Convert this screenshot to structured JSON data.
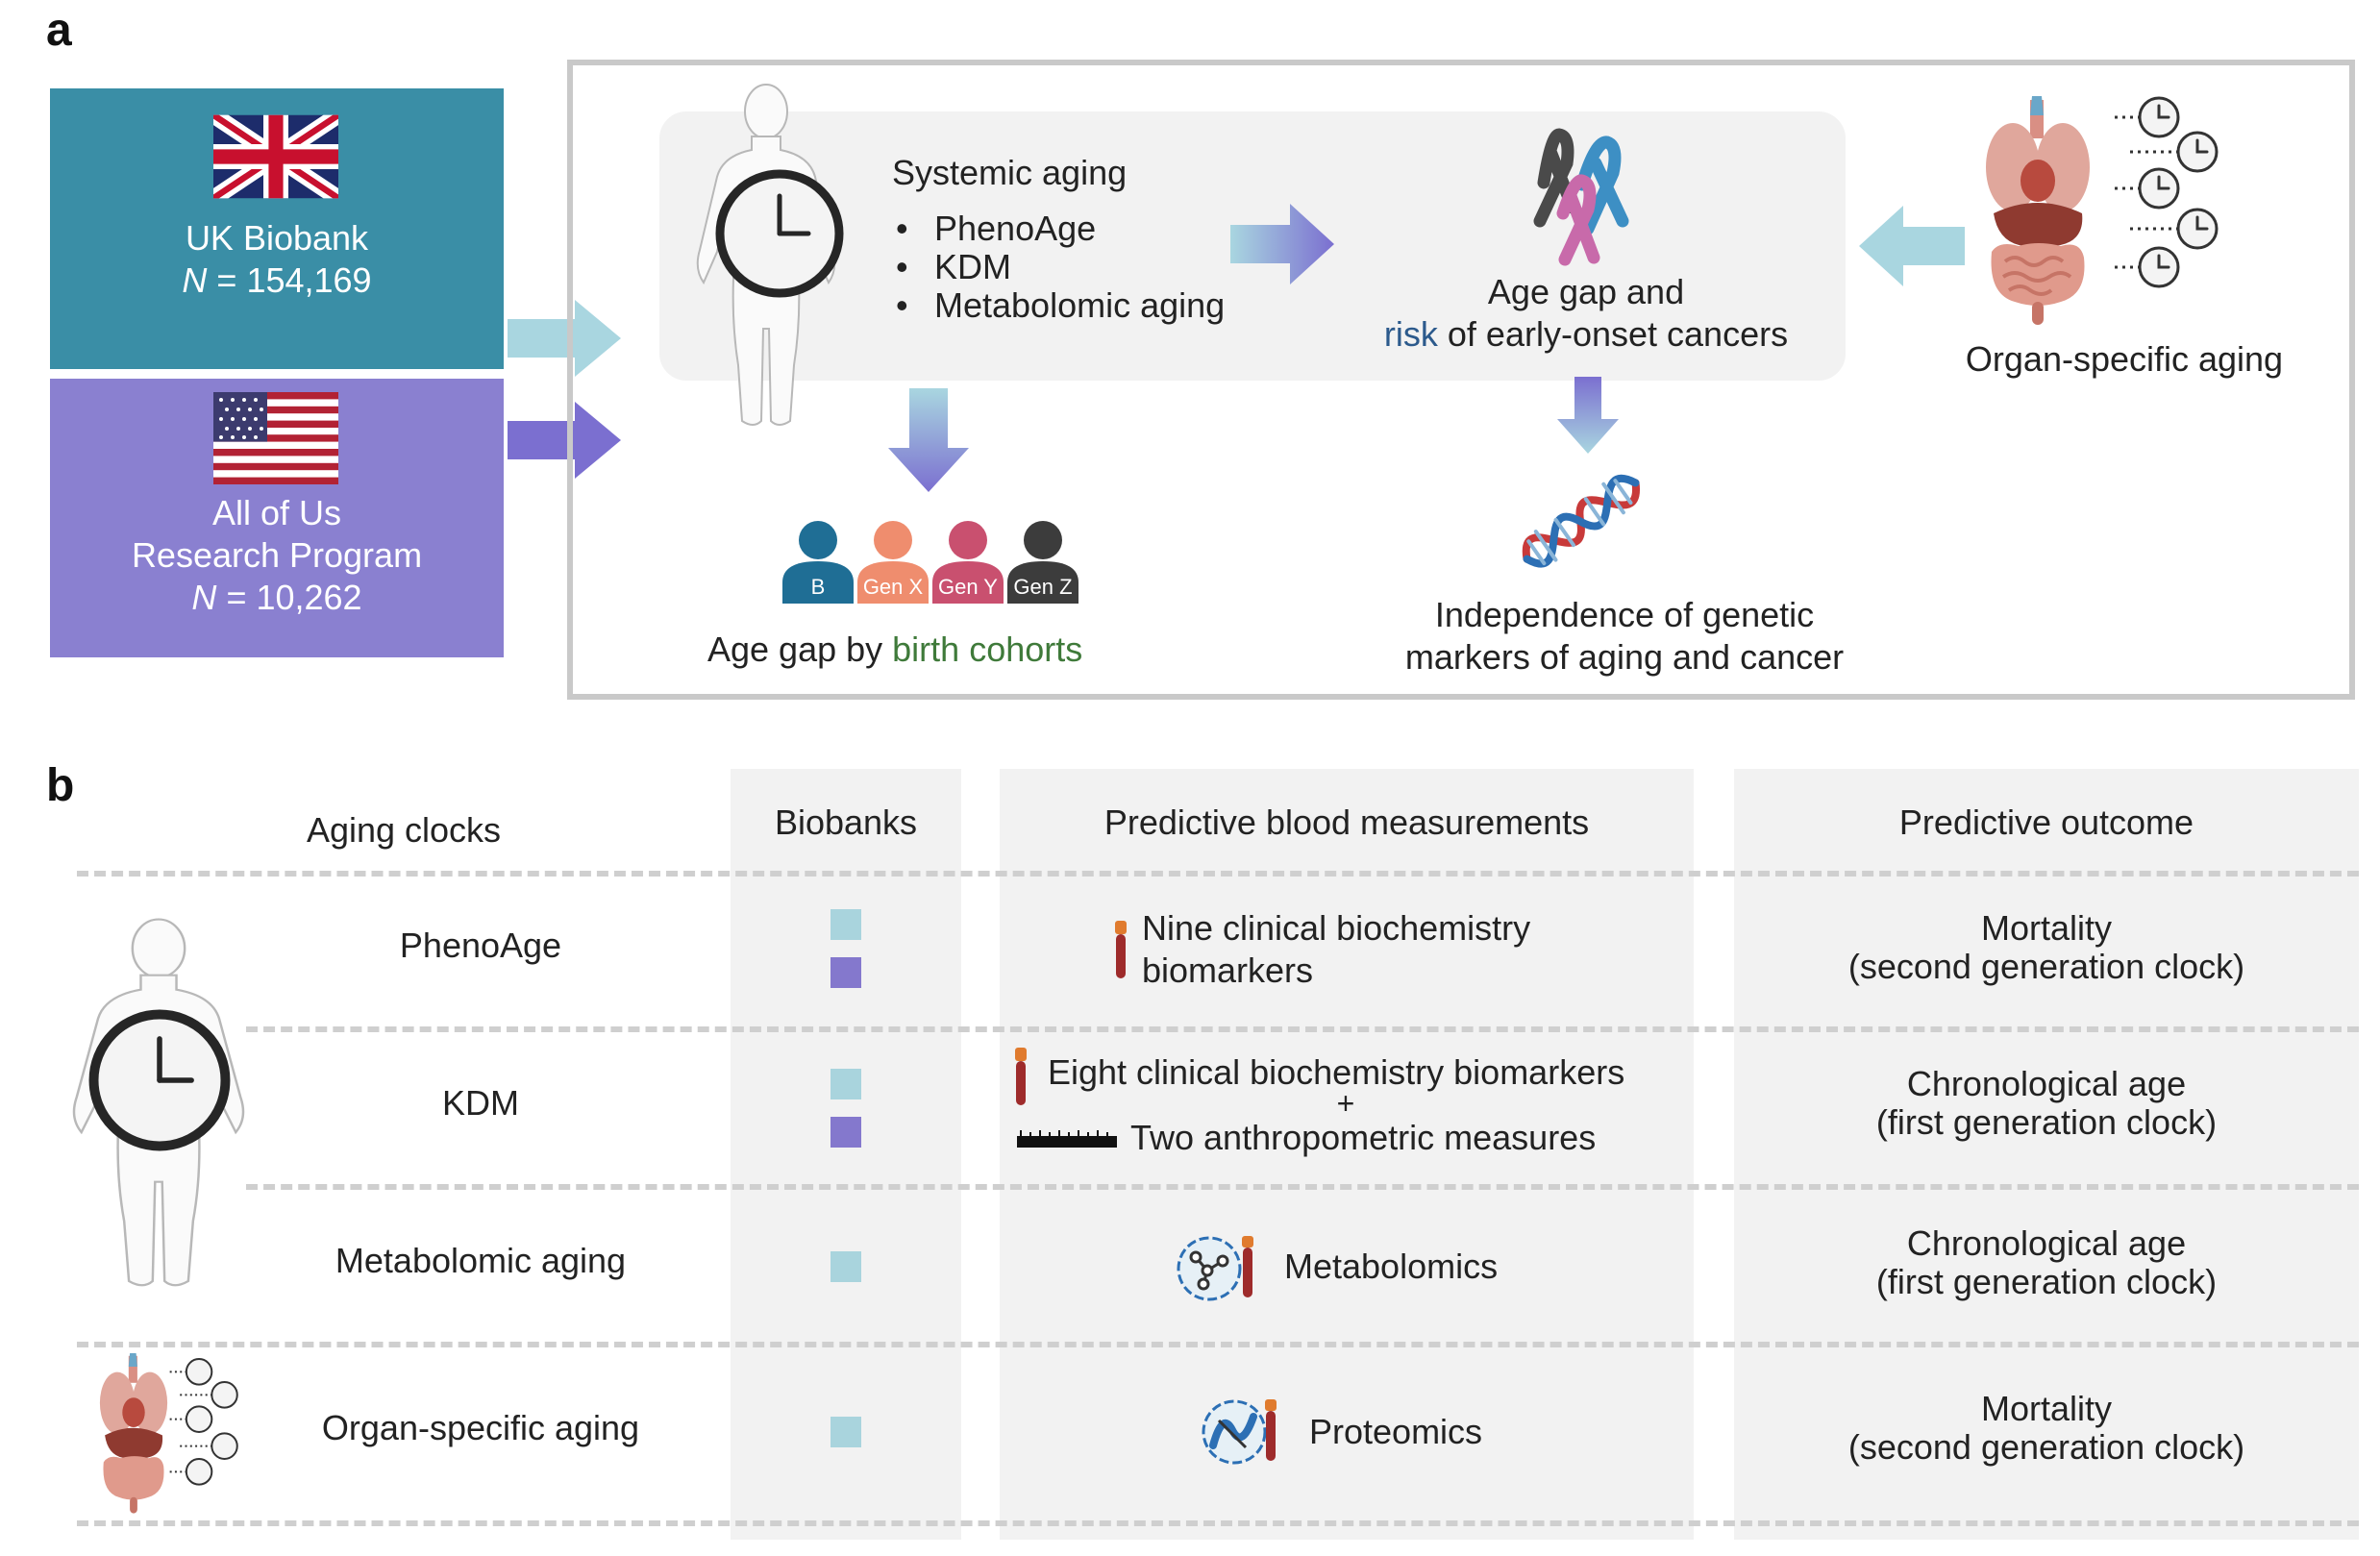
{
  "panel_a": {
    "label": "a",
    "uk": {
      "name": "UK Biobank",
      "n_symbol": "N",
      "n_value": "= 154,169"
    },
    "us": {
      "line1": "All of Us",
      "line2": "Research Program",
      "n_symbol": "N",
      "n_value": "= 10,262"
    },
    "systemic": {
      "title": "Systemic aging",
      "items": [
        "PhenoAge",
        "KDM",
        "Metabolomic aging"
      ]
    },
    "cancer": {
      "line1": "Age gap and",
      "risk_word": "risk",
      "line2_rest": " of early-onset cancers"
    },
    "organ": {
      "label": "Organ-specific aging"
    },
    "cohorts": {
      "prefix": "Age gap by ",
      "highlight": "birth cohorts",
      "groups": [
        {
          "label": "B",
          "color": "#1f6e95"
        },
        {
          "label": "Gen X",
          "color": "#ef8d6e"
        },
        {
          "label": "Gen Y",
          "color": "#c9506f"
        },
        {
          "label": "Gen Z",
          "color": "#3c3c3c"
        }
      ]
    },
    "genetic": {
      "line1": "Independence of genetic",
      "line2": "markers of aging and cancer"
    },
    "colors": {
      "uk": "#3a8ea6",
      "us": "#8a80d0",
      "arrow_light": "#a9d6e0",
      "arrow_purple": "#7b6fd0",
      "risk": "#2c5a8c",
      "cohort_green": "#3f7a3a"
    }
  },
  "panel_b": {
    "label": "b",
    "headers": {
      "clocks": "Aging clocks",
      "biobanks": "Biobanks",
      "measurements": "Predictive blood measurements",
      "outcome": "Predictive outcome"
    },
    "rows": [
      {
        "clock": "PhenoAge",
        "biobanks": [
          "uk",
          "us"
        ],
        "measure_line1": "Nine clinical biochemistry",
        "measure_line2": "biomarkers",
        "outcome_line1": "Mortality",
        "outcome_line2": "(second generation clock)"
      },
      {
        "clock": "KDM",
        "biobanks": [
          "uk",
          "us"
        ],
        "measure_line1": "Eight clinical biochemistry biomarkers",
        "measure_plus": "+",
        "measure_line2": "Two anthropometric measures",
        "outcome_line1": "Chronological age",
        "outcome_line2": "(first generation clock)"
      },
      {
        "clock": "Metabolomic aging",
        "biobanks": [
          "uk"
        ],
        "measure_line1": "Metabolomics",
        "outcome_line1": "Chronological age",
        "outcome_line2": "(first generation clock)"
      },
      {
        "clock": "Organ-specific aging",
        "biobanks": [
          "uk"
        ],
        "measure_line1": "Proteomics",
        "outcome_line1": "Mortality",
        "outcome_line2": "(second generation clock)"
      }
    ]
  }
}
